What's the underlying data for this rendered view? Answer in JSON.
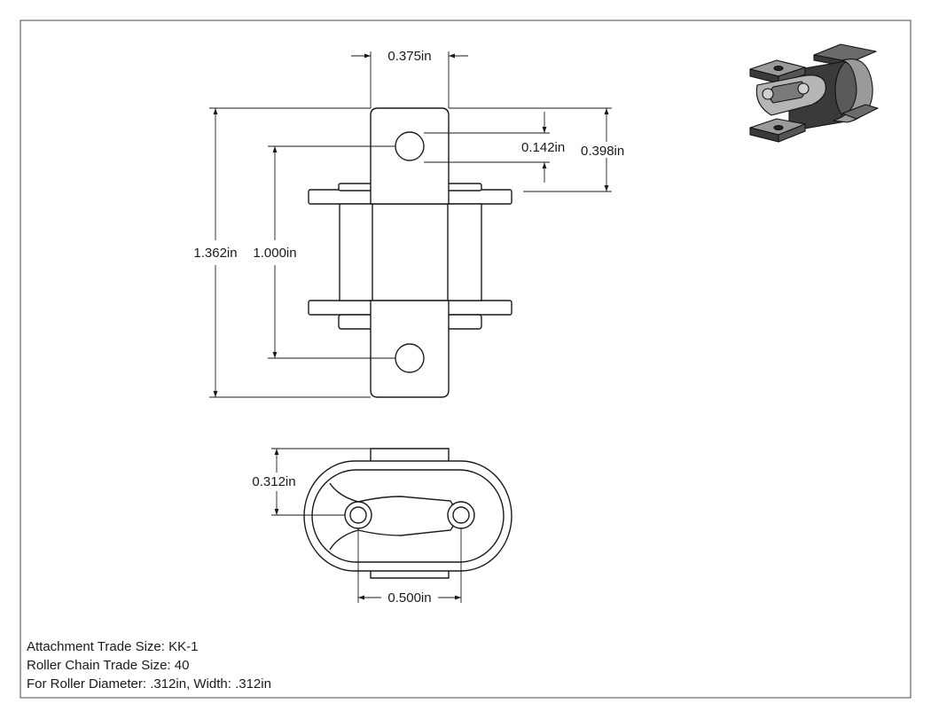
{
  "dimensions": {
    "pin_spacing_top": "0.375in",
    "hole_offset": "0.142in",
    "ear_height": "0.398in",
    "overall_height": "1.362in",
    "hole_pitch": "1.000in",
    "side_height": "0.312in",
    "pitch_bottom": "0.500in"
  },
  "notes": {
    "attachment": "Attachment Trade Size: KK-1",
    "chain": "Roller Chain Trade Size: 40",
    "roller": "For Roller Diameter: .312in, Width: .312in"
  },
  "colors": {
    "line": "#1a1a1a",
    "thin": "#333333",
    "part_fill": "#ffffff",
    "iso_dark": "#3a3a3a",
    "iso_mid": "#6b6b6b",
    "iso_light": "#9a9a9a"
  }
}
